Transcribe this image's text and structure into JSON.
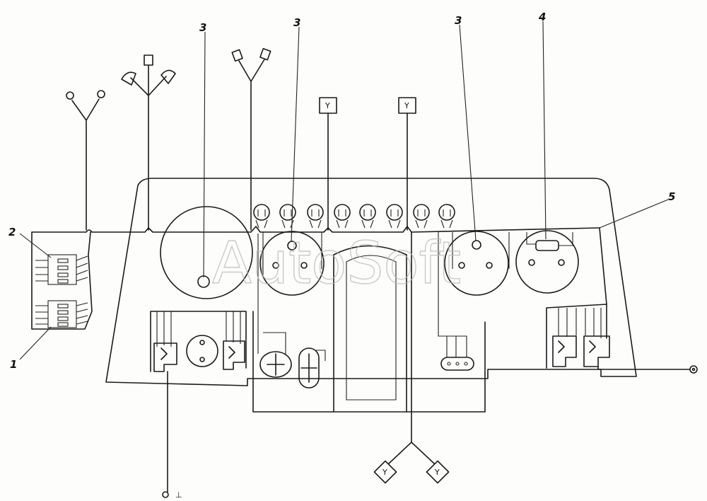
{
  "callouts": [
    {
      "id": "c1",
      "text": "1"
    },
    {
      "id": "c2",
      "text": "2"
    },
    {
      "id": "c3a",
      "text": "3"
    },
    {
      "id": "c3b",
      "text": "3"
    },
    {
      "id": "c3c",
      "text": "3"
    },
    {
      "id": "c4",
      "text": "4"
    },
    {
      "id": "c5",
      "text": "5"
    }
  ],
  "ground_symbol": "⊥",
  "watermark": "AutoSoft"
}
